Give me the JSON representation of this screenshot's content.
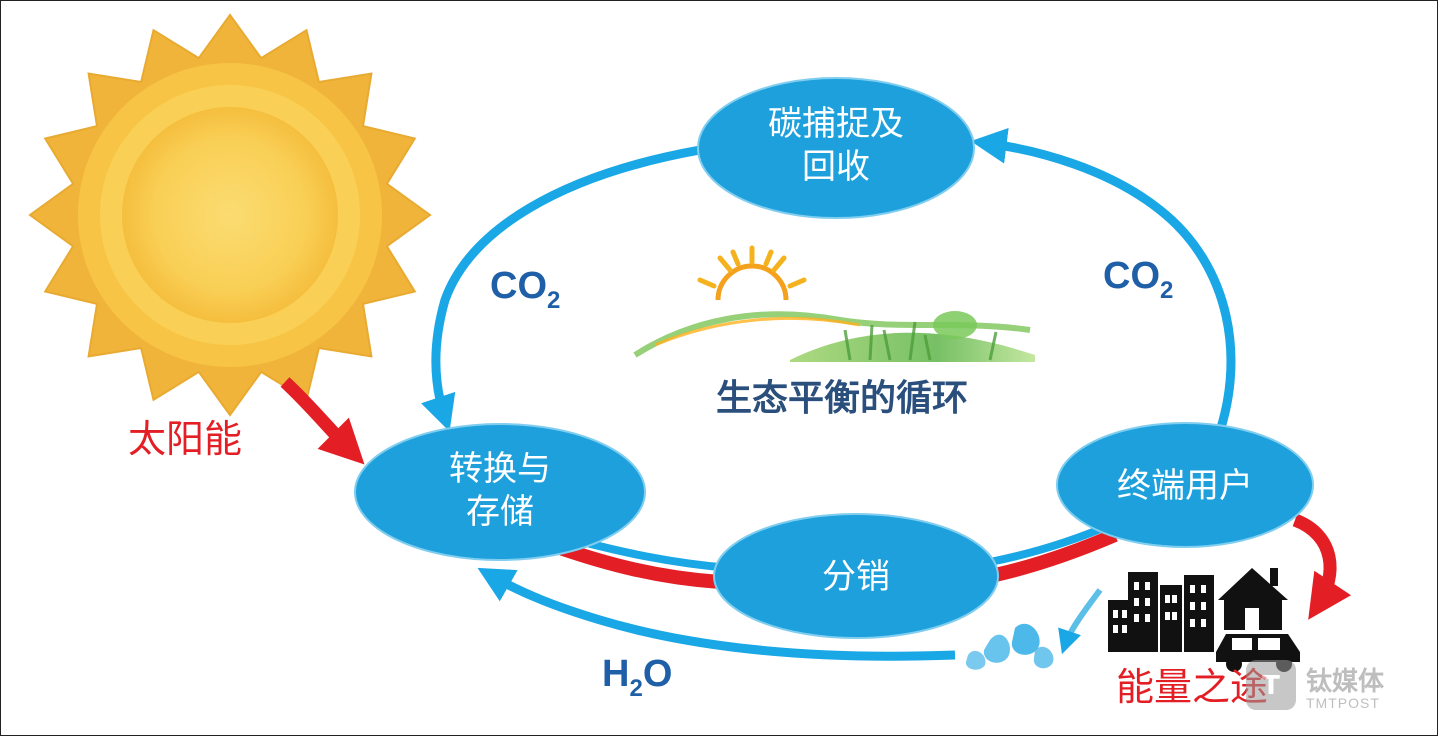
{
  "diagram": {
    "center_title": "生态平衡的循环",
    "nodes": {
      "carbon_capture": [
        "碳捕捉及",
        "回收"
      ],
      "conversion_storage": [
        "转换与",
        "存储"
      ],
      "distribution": "分销",
      "end_user": "终端用户"
    },
    "flows": {
      "co2_left": {
        "main": "CO",
        "sub": "2"
      },
      "co2_right": {
        "main": "CO",
        "sub": "2"
      },
      "h2o": {
        "h": "H",
        "sub": "2",
        "o": "O"
      }
    },
    "labels": {
      "solar": "太阳能",
      "energy_path": "能量之途"
    },
    "watermark": {
      "name": "钛媒体",
      "sub": "TMTPOST"
    }
  },
  "colors": {
    "blue": "#1aa7e6",
    "node_blue": "#1ea0dc",
    "red": "#e31e24",
    "sun_outer": "#f0b43a",
    "sun_inner": "#fad45e",
    "co2_text": "#1f5fa8",
    "title_text": "#2a4f7c",
    "red_text": "#e31e24"
  }
}
